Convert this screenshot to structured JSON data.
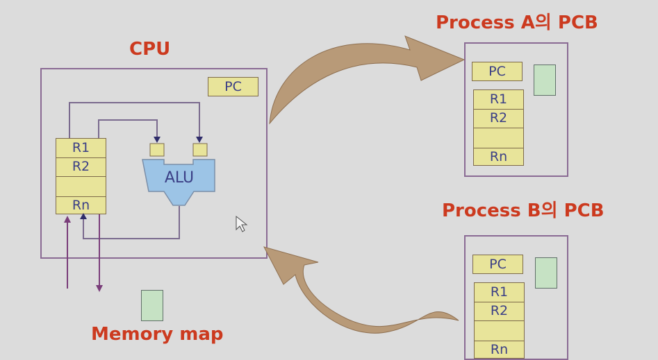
{
  "cpu": {
    "title": "CPU",
    "pc_label": "PC",
    "registers": [
      "R1",
      "R2",
      "",
      "Rn"
    ],
    "alu_label": "ALU"
  },
  "process_a": {
    "title": "Process A의 PCB",
    "pc_label": "PC",
    "registers": [
      "R1",
      "R2",
      "",
      "Rn"
    ]
  },
  "process_b": {
    "title": "Process B의 PCB",
    "pc_label": "PC",
    "registers": [
      "R1",
      "R2",
      "",
      "Rn"
    ]
  },
  "memory_map": {
    "label": "Memory map"
  },
  "colors": {
    "title": "#cc3a1f",
    "box_border": "#8a6a93",
    "register_fill": "#e8e49a",
    "register_text": "#3b3f86",
    "alu_fill": "#9cc4e6",
    "green_block": "#c6e2c4",
    "arrow_fill": "#b89a78"
  }
}
